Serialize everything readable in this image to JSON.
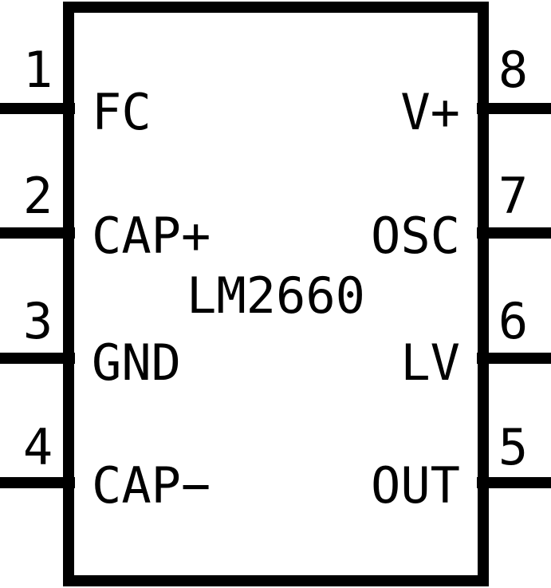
{
  "chip": {
    "title": "LM2660",
    "pins_left": [
      {
        "number": "1",
        "label": "FC"
      },
      {
        "number": "2",
        "label": "CAP+"
      },
      {
        "number": "3",
        "label": "GND"
      },
      {
        "number": "4",
        "label": "CAP−"
      }
    ],
    "pins_right": [
      {
        "number": "8",
        "label": "V+"
      },
      {
        "number": "7",
        "label": "OSC"
      },
      {
        "number": "6",
        "label": "LV"
      },
      {
        "number": "5",
        "label": "OUT"
      }
    ],
    "colors": {
      "line": "#000000",
      "background": "#ffffff"
    }
  }
}
